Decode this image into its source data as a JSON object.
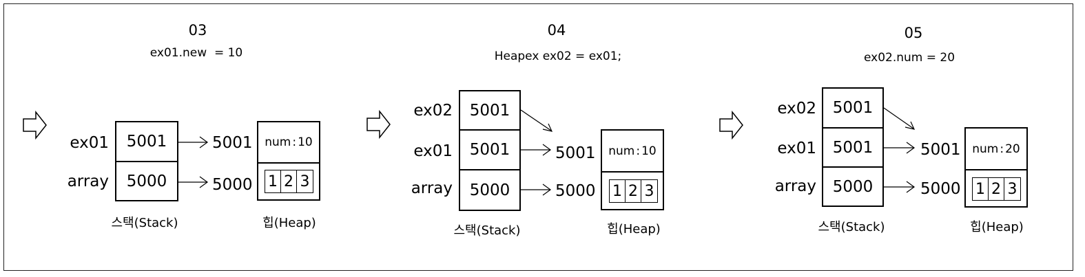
{
  "steps": [
    {
      "number": "03",
      "code": "ex01.new  = 10",
      "stack": [
        {
          "name": "ex01",
          "value": "5001"
        },
        {
          "name": "array",
          "value": "5000"
        }
      ],
      "heap_addresses": [
        "5001",
        "5000"
      ],
      "heap_object": {
        "field": "num",
        "separator": ":",
        "value": "10"
      },
      "heap_array": [
        "1",
        "2",
        "3"
      ],
      "stack_caption": "스택(Stack)",
      "heap_caption": "힙(Heap)"
    },
    {
      "number": "04",
      "code": "Heapex ex02 = ex01;",
      "stack": [
        {
          "name": "ex02",
          "value": "5001"
        },
        {
          "name": "ex01",
          "value": "5001"
        },
        {
          "name": "array",
          "value": "5000"
        }
      ],
      "heap_addresses": [
        "5001",
        "5000"
      ],
      "heap_object": {
        "field": "num",
        "separator": ":",
        "value": "10"
      },
      "heap_array": [
        "1",
        "2",
        "3"
      ],
      "stack_caption": "스택(Stack)",
      "heap_caption": "힙(Heap)"
    },
    {
      "number": "05",
      "code": "ex02.num = 20",
      "stack": [
        {
          "name": "ex02",
          "value": "5001"
        },
        {
          "name": "ex01",
          "value": "5001"
        },
        {
          "name": "array",
          "value": "5000"
        }
      ],
      "heap_addresses": [
        "5001",
        "5000"
      ],
      "heap_object": {
        "field": "num",
        "separator": ":",
        "value": "20"
      },
      "heap_array": [
        "1",
        "2",
        "3"
      ],
      "stack_caption": "스택(Stack)",
      "heap_caption": "힙(Heap)"
    }
  ],
  "step_arrow_icon": "hollow-right-arrow-icon"
}
